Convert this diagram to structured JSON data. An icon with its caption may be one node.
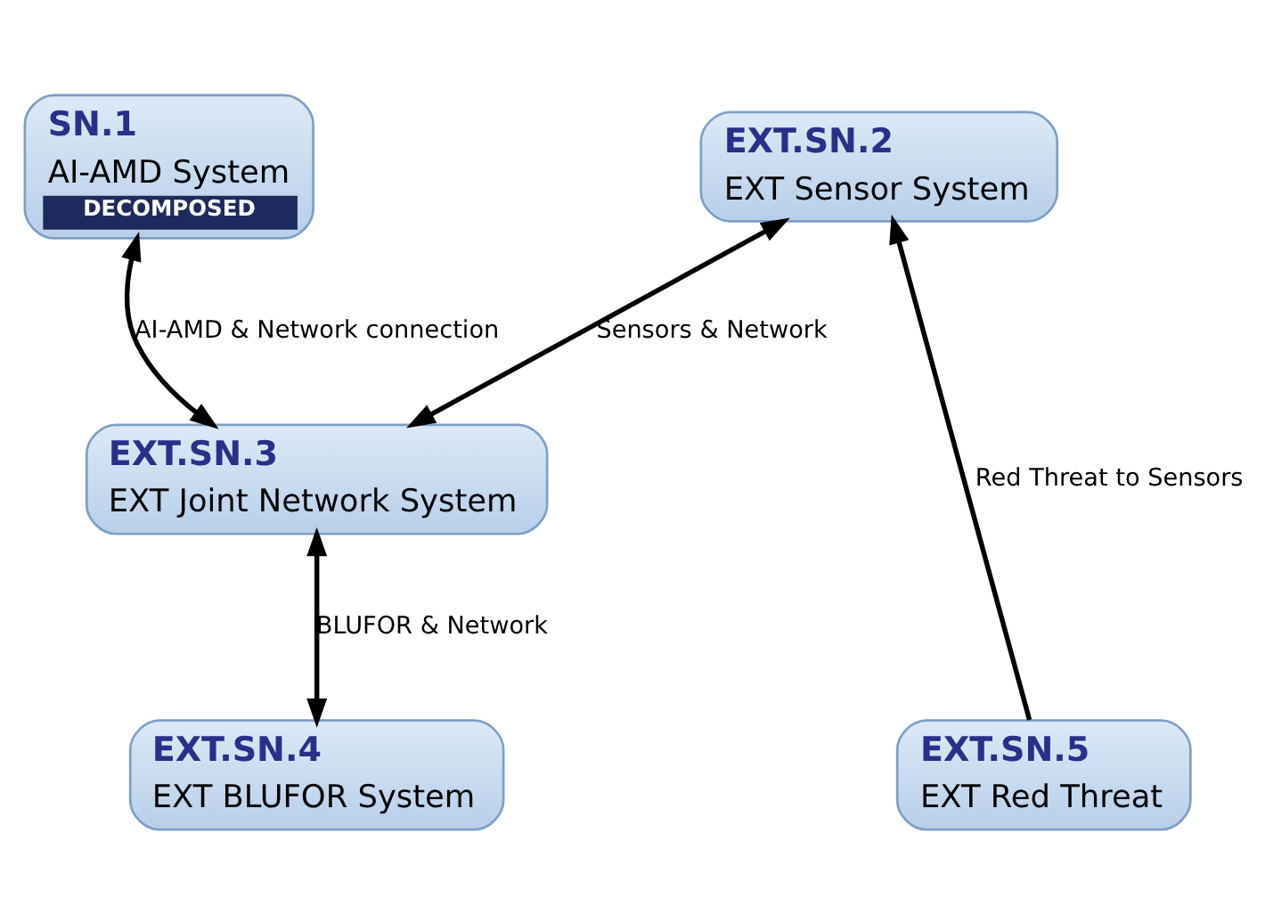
{
  "diagram": {
    "nodes": [
      {
        "text": [
          "SN.1",
          "AI-AMD System",
          "DECOMPOSED"
        ]
      },
      {
        "text": [
          "EXT.SN.2",
          "EXT Sensor System"
        ]
      },
      {
        "text": [
          "EXT.SN.3",
          "EXT Joint Network System"
        ]
      },
      {
        "text": [
          "EXT.SN.4",
          "EXT BLUFOR System"
        ]
      },
      {
        "text": [
          "EXT.SN.5",
          "EXT Red Threat"
        ]
      }
    ],
    "edges": [
      {
        "from": 0,
        "to": 2,
        "arrow": "both",
        "label": "AI-AMD & Network connection"
      },
      {
        "from": 1,
        "to": 2,
        "arrow": "both",
        "label": "Sensors & Network"
      },
      {
        "from": 2,
        "to": 3,
        "arrow": "both",
        "label": "BLUFOR & Network"
      },
      {
        "from": 4,
        "to": 1,
        "arrow": "to",
        "label": "Red Threat to Sensors"
      }
    ]
  }
}
